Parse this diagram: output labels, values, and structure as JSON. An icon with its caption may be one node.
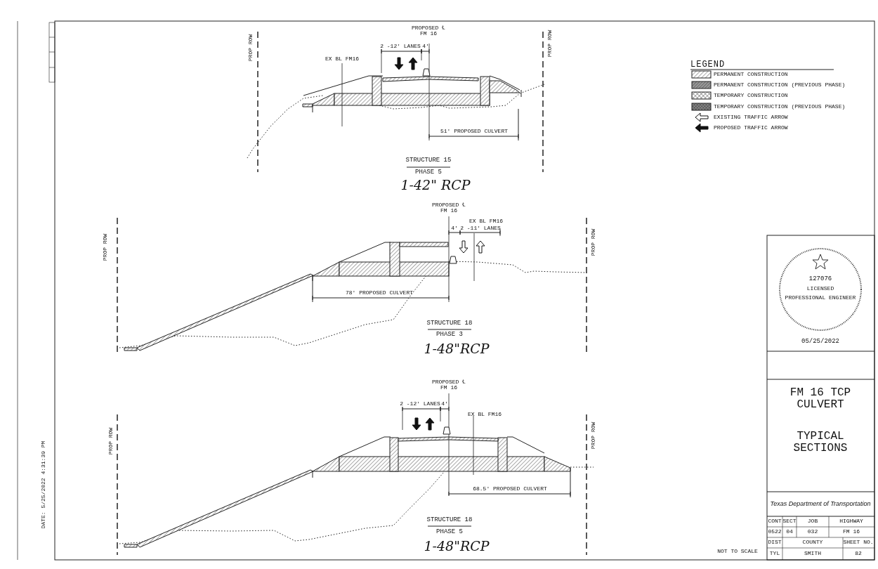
{
  "diagram": {
    "labels": [
      "PROP ROW",
      "PROPOSED ℄ FM 16",
      "2 -12' LANES",
      "4'",
      "PROP ROW",
      "EX BL FM16",
      "51' PROPOSED CULVERT",
      "STRUCTURE 15",
      "PHASE 5",
      "1-42\" RCP",
      "PROPOSED ℄ FM 16",
      "EX BL FM16",
      "4'",
      "2 -11' LANES",
      "PROP ROW",
      "PROP ROW",
      "78' PROPOSED CULVERT",
      "STRUCTURE 18",
      "PHASE 3",
      "1-48\"RCP",
      "PROPOSED ℄ FM 16",
      "2 -12' LANES",
      "4'",
      "EX BL FM16",
      "PROP ROW",
      "PROP ROW",
      "68.5' PROPOSED CULVERT",
      "STRUCTURE 18",
      "PHASE 5",
      "1-48\"RCP",
      "LEGEND",
      "127076",
      "LICENSED",
      "PROFESSIONAL ENGINEER",
      "05/25/2022",
      "FM 16 TCP CULVERT",
      "TYPICAL SECTIONS",
      "Texas Department of Transportation",
      "CONT",
      "SECT",
      "JOB",
      "HIGHWAY",
      "0522",
      "04",
      "032",
      "FM 16",
      "DIST",
      "COUNTY",
      "SHEET NO.",
      "TYL",
      "SMITH",
      "82",
      "NOT TO SCALE",
      "DATE: 5/25/2022 4:31:39 PM"
    ],
    "legend": [
      {
        "text": "PERMANENT CONSTRUCTION"
      },
      {
        "text": "PERMANENT CONSTRUCTION (PREVIOUS PHASE)"
      },
      {
        "text": "TEMPORARY CONSTRUCTION"
      },
      {
        "text": "TEMPORARY CONSTRUCTION (PREVIOUS PHASE)"
      },
      {
        "text": "EXISTING TRAFFIC ARROW"
      },
      {
        "text": "PROPOSED TRAFFIC ARROW"
      }
    ]
  }
}
